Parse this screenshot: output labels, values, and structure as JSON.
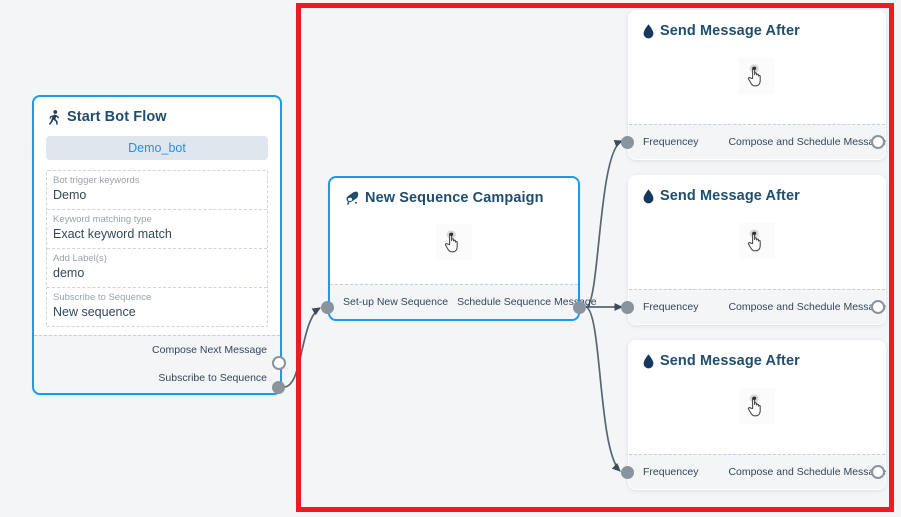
{
  "canvas": {
    "background_color": "#f4f5f7",
    "annotation_color": "#ec1c24"
  },
  "nodes": {
    "start_bot_flow": {
      "title": "Start Bot Flow",
      "icon": "running-person-icon",
      "bot_pill": "Demo_bot",
      "fields": [
        {
          "label": "Bot trigger keywords",
          "value": "Demo"
        },
        {
          "label": "Keyword matching type",
          "value": "Exact keyword match"
        },
        {
          "label": "Add Label(s)",
          "value": "demo"
        },
        {
          "label": "Subscribe to Sequence",
          "value": "New sequence"
        }
      ],
      "ports": [
        {
          "label": "Compose Next Message",
          "style": "hollow"
        },
        {
          "label": "Subscribe to Sequence",
          "style": "filled"
        }
      ]
    },
    "new_sequence_campaign": {
      "title": "New Sequence Campaign",
      "icon": "megaphone-icon",
      "cursor": "pointing-hand-cursor",
      "ports": [
        {
          "label": "Set-up New Sequence",
          "style": "filled-left"
        },
        {
          "label": "Schedule Sequence Message",
          "style": "filled-right"
        }
      ]
    },
    "send_message_cards": [
      {
        "title": "Send Message After",
        "icon": "water-drop-icon",
        "cursor": "pointing-hand-cursor",
        "in_port_label": "Frequencey",
        "out_port_label": "Compose and Schedule Message"
      },
      {
        "title": "Send Message After",
        "icon": "water-drop-icon",
        "cursor": "pointing-hand-cursor",
        "in_port_label": "Frequencey",
        "out_port_label": "Compose and Schedule Message"
      },
      {
        "title": "Send Message After",
        "icon": "water-drop-icon",
        "cursor": "pointing-hand-cursor",
        "in_port_label": "Frequencey",
        "out_port_label": "Compose and Schedule Message"
      }
    ]
  }
}
